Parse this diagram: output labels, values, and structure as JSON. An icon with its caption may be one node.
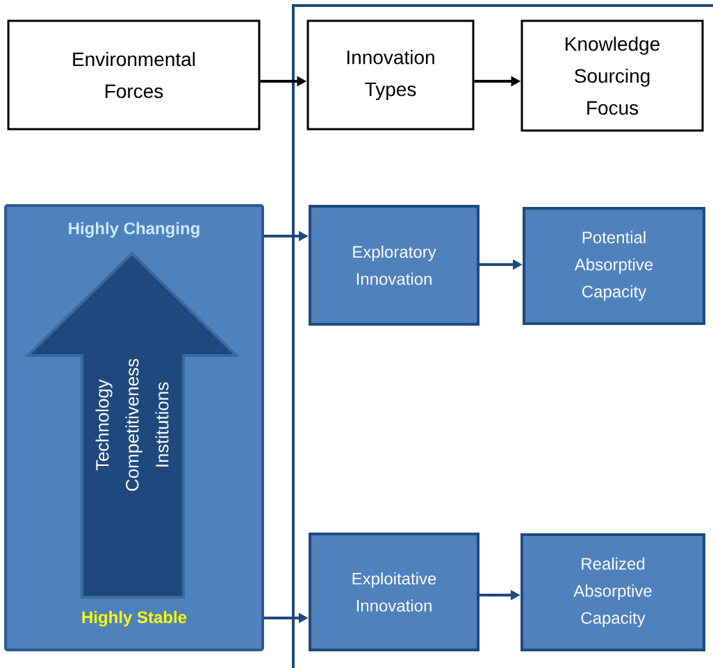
{
  "diagram": {
    "nodes": [
      {
        "text": [
          "Environmental Forces"
        ]
      },
      {
        "text": [
          "Innovation Types"
        ]
      },
      {
        "text": [
          "Knowledge Sourcing Focus"
        ]
      },
      {
        "text": [
          "Highly Changing",
          "Highly Stable"
        ]
      },
      {
        "text": [
          "Technology",
          "Competitiveness",
          "Institutions"
        ],
        "in": 3
      },
      {
        "text": [
          "Exploratory Innovation"
        ]
      },
      {
        "text": [
          "Potential Absorptive Capacity"
        ]
      },
      {
        "text": [
          "Exploitative Innovation"
        ]
      },
      {
        "text": [
          "Realized Absorptive Capacity"
        ]
      }
    ],
    "edges": [
      {
        "from": 0,
        "to": 1,
        "arrow": "to",
        "color": "#000000"
      },
      {
        "from": 1,
        "to": 2,
        "arrow": "to",
        "color": "#000000"
      },
      {
        "from": 3,
        "to": 5,
        "arrow": "to"
      },
      {
        "from": 5,
        "to": 6,
        "arrow": "to"
      },
      {
        "from": 3,
        "to": 7,
        "arrow": "to"
      },
      {
        "from": 7,
        "to": 8,
        "arrow": "to"
      }
    ]
  }
}
